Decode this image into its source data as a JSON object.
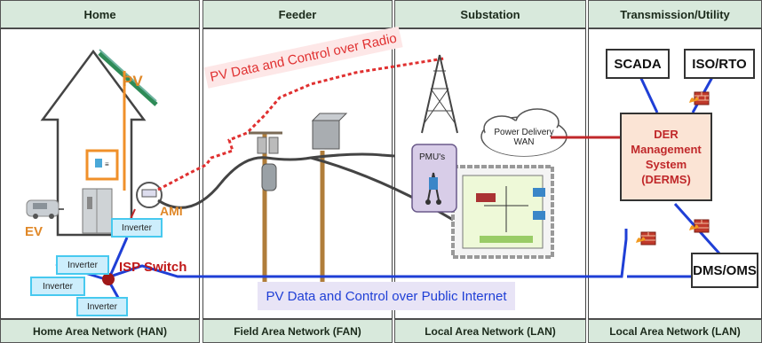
{
  "sections": {
    "home": {
      "title": "Home",
      "network": "Home Area Network (HAN)"
    },
    "feeder": {
      "title": "Feeder",
      "network": "Field Area Network (FAN)"
    },
    "substation": {
      "title": "Substation",
      "network": "Local Area Network (LAN)"
    },
    "transmission": {
      "title": "Transmission/Utility",
      "network": "Local Area Network (LAN)"
    }
  },
  "labels": {
    "pv": "PV",
    "ev": "EV",
    "ami": "AMI",
    "isp_switch": "ISP Switch",
    "inverter": "Inverter",
    "pmus": "PMU's",
    "power_wan": "Power Delivery WAN",
    "radio_banner": "PV Data and Control over Radio",
    "internet_banner": "PV Data and Control over Public Internet",
    "scada": "SCADA",
    "iso_rto": "ISO/RTO",
    "derms": "DER Management System (DERMS)",
    "dms_oms": "DMS/OMS"
  },
  "colors": {
    "header_bg": "#d8e9dc",
    "radio_red": "#e03030",
    "internet_blue": "#1f3fd6",
    "derms_bg": "#fbe4d5",
    "inverter_border": "#47c9ef",
    "pv_orange": "#f0902a"
  }
}
